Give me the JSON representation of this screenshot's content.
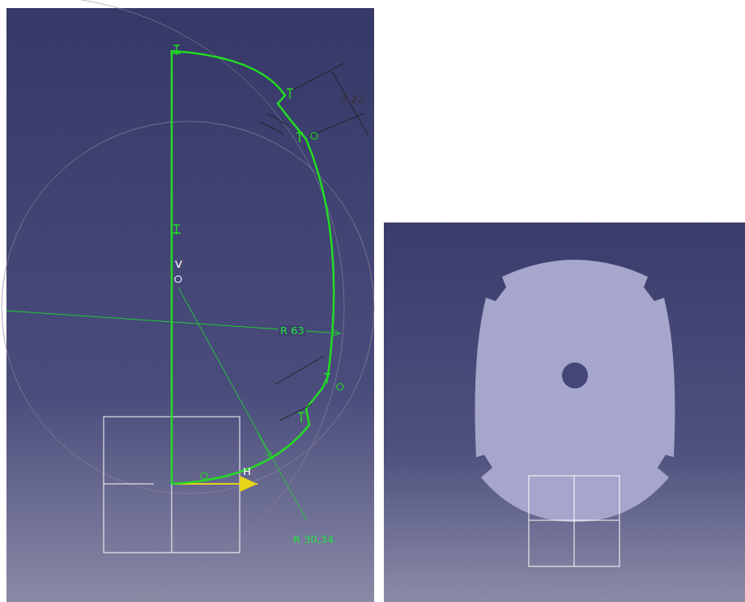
{
  "diagram": {
    "labels": [
      "7,22",
      "R 63",
      "R 30,34",
      "V",
      "H"
    ]
  }
}
